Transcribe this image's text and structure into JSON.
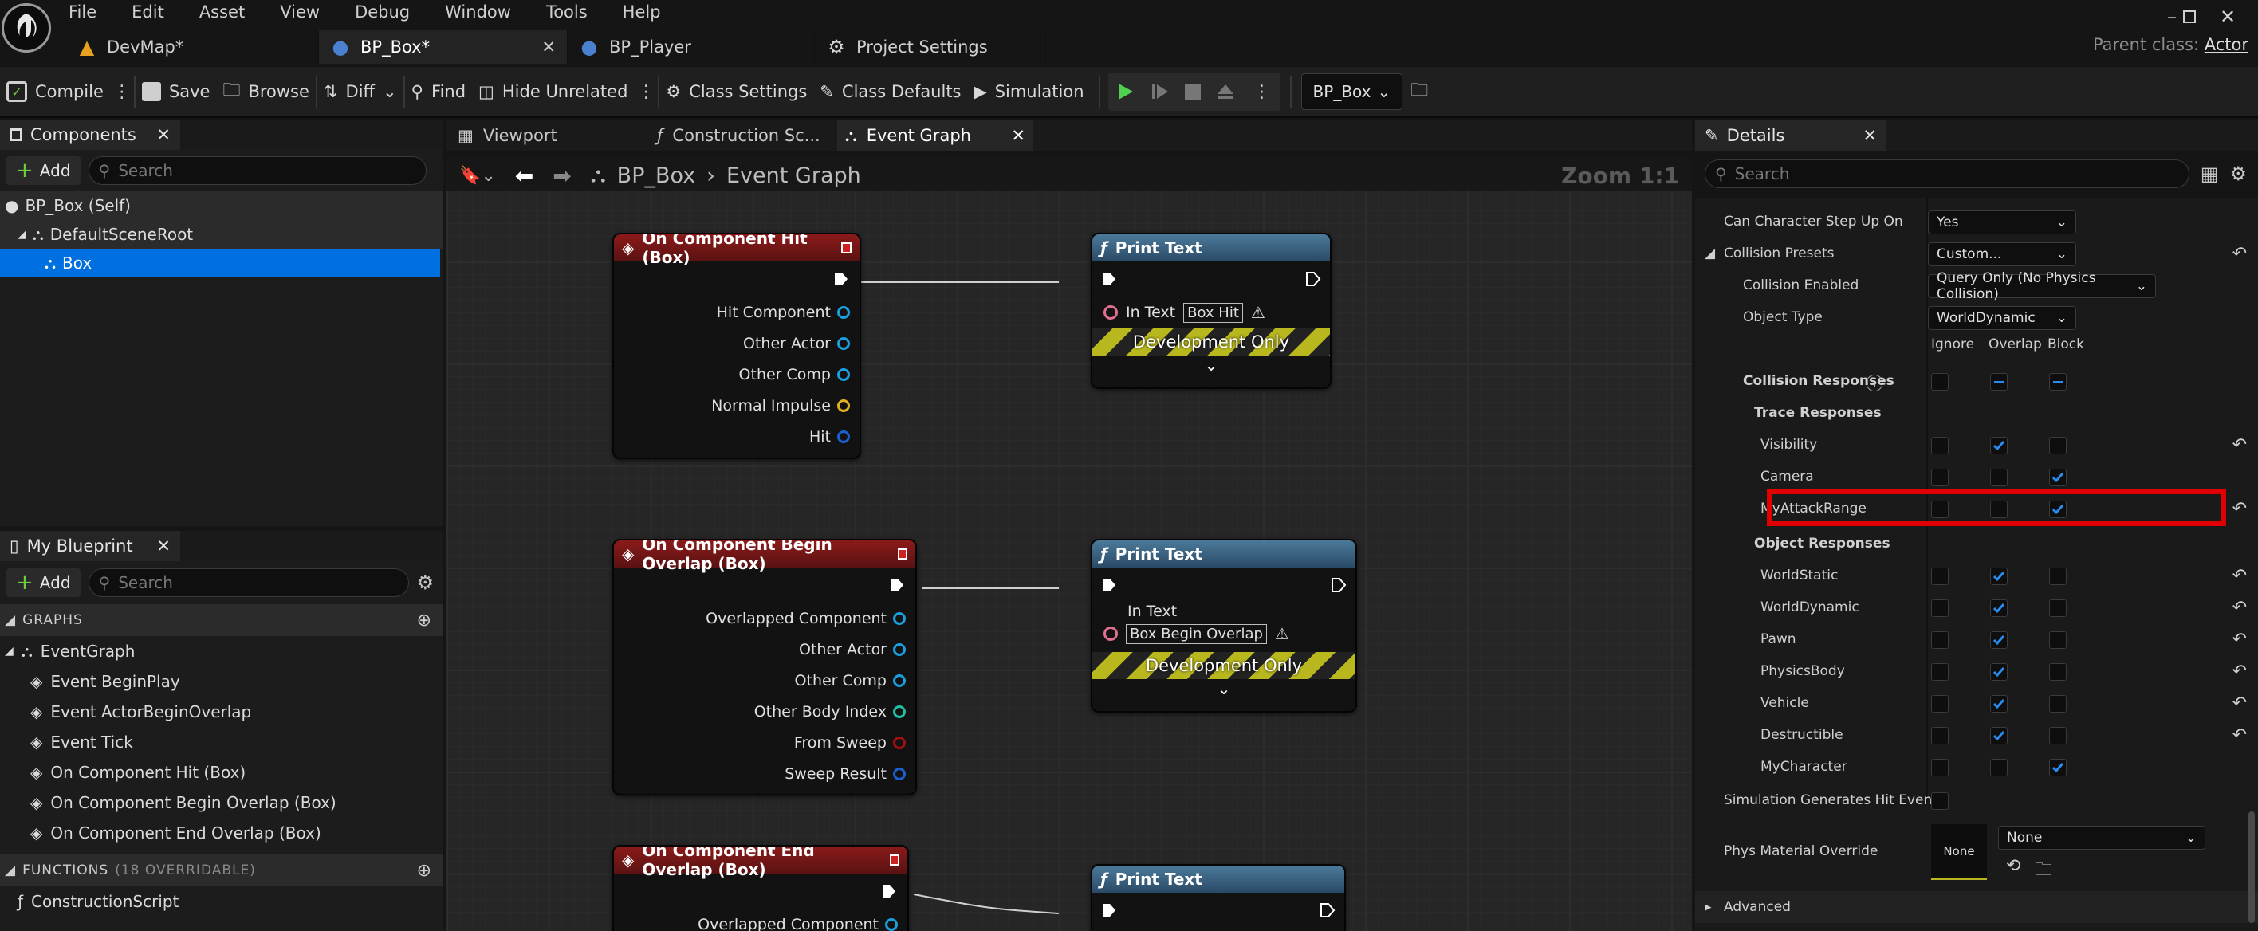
{
  "menu": [
    "File",
    "Edit",
    "Asset",
    "View",
    "Debug",
    "Window",
    "Tools",
    "Help"
  ],
  "tabs": [
    {
      "label": "DevMap*",
      "icon": "map-icon"
    },
    {
      "label": "BP_Box*",
      "icon": "blueprint-icon"
    },
    {
      "label": "BP_Player",
      "icon": "user-icon"
    },
    {
      "label": "Project Settings",
      "icon": "gear-icon"
    }
  ],
  "parent": {
    "label": "Parent class:",
    "value": "Actor"
  },
  "toolbar": {
    "compile": "Compile",
    "save": "Save",
    "browse": "Browse",
    "diff": "Diff",
    "find": "Find",
    "hide_unrelated": "Hide Unrelated",
    "class_settings": "Class Settings",
    "class_defaults": "Class Defaults",
    "simulation": "Simulation",
    "debug_target": "BP_Box"
  },
  "components": {
    "title": "Components",
    "add": "Add",
    "search_placeholder": "Search",
    "items": [
      "BP_Box (Self)",
      "DefaultSceneRoot",
      "Box"
    ]
  },
  "myblueprint": {
    "title": "My Blueprint",
    "add": "Add",
    "search_placeholder": "Search",
    "graphs_header": "GRAPHS",
    "event_graph": "EventGraph",
    "events": [
      "Event BeginPlay",
      "Event ActorBeginOverlap",
      "Event Tick",
      "On Component Hit (Box)",
      "On Component Begin Overlap (Box)",
      "On Component End Overlap (Box)"
    ],
    "functions_header": "FUNCTIONS",
    "functions_count": "(18 OVERRIDABLE)",
    "construction": "ConstructionScript"
  },
  "graphtabs": [
    "Viewport",
    "Construction Sc...",
    "Event Graph"
  ],
  "breadcrumb": {
    "root": "BP_Box",
    "leaf": "Event Graph",
    "zoom": "Zoom 1:1"
  },
  "nodes": {
    "hit": {
      "title": "On Component Hit (Box)",
      "pins": [
        "Hit Component",
        "Other Actor",
        "Other Comp",
        "Normal Impulse",
        "Hit"
      ]
    },
    "print1": {
      "title": "Print Text",
      "intext": "In Text",
      "value": "Box Hit",
      "dev": "Development Only"
    },
    "begin": {
      "title": "On Component Begin Overlap (Box)",
      "pins": [
        "Overlapped Component",
        "Other Actor",
        "Other Comp",
        "Other Body Index",
        "From Sweep",
        "Sweep Result"
      ]
    },
    "print2": {
      "title": "Print Text",
      "intext": "In Text",
      "value": "Box Begin Overlap",
      "dev": "Development Only"
    },
    "end": {
      "title": "On Component End Overlap (Box)",
      "pins": [
        "Overlapped Component"
      ]
    },
    "print3": {
      "title": "Print Text"
    }
  },
  "details": {
    "title": "Details",
    "search_placeholder": "Search",
    "step_up": {
      "label": "Can Character Step Up On",
      "value": "Yes"
    },
    "presets": {
      "label": "Collision Presets",
      "value": "Custom..."
    },
    "enabled": {
      "label": "Collision Enabled",
      "value": "Query Only (No Physics Collision)"
    },
    "objtype": {
      "label": "Object Type",
      "value": "WorldDynamic"
    },
    "cols": [
      "Ignore",
      "Overlap",
      "Block"
    ],
    "responses_label": "Collision Responses",
    "trace_label": "Trace Responses",
    "object_label": "Object Responses",
    "trace": [
      {
        "name": "Visibility",
        "state": 1
      },
      {
        "name": "Camera",
        "state": 2
      },
      {
        "name": "MyAttackRange",
        "state": 2
      }
    ],
    "object": [
      {
        "name": "WorldStatic",
        "state": 1
      },
      {
        "name": "WorldDynamic",
        "state": 1
      },
      {
        "name": "Pawn",
        "state": 1
      },
      {
        "name": "PhysicsBody",
        "state": 1
      },
      {
        "name": "Vehicle",
        "state": 1
      },
      {
        "name": "Destructible",
        "state": 1
      },
      {
        "name": "MyCharacter",
        "state": 2
      }
    ],
    "sim_hit": "Simulation Generates Hit Events",
    "phys": {
      "label": "Phys Material Override",
      "thumb": "None",
      "value": "None"
    },
    "advanced": "Advanced"
  }
}
